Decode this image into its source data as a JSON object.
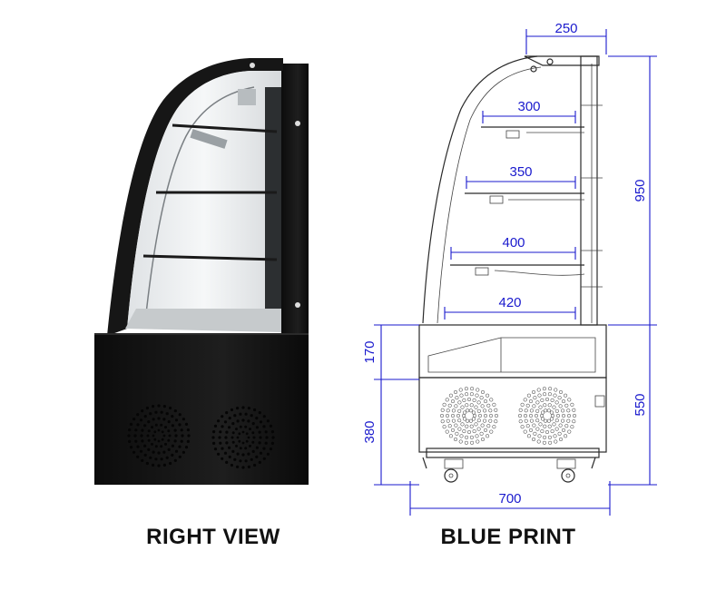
{
  "captions": {
    "right_view": "RIGHT VIEW",
    "blue_print": "BLUE PRINT"
  },
  "dimensions": {
    "top_depth": "250",
    "shelf_1": "300",
    "shelf_2": "350",
    "shelf_3": "400",
    "base_shelf": "420",
    "total_width": "700",
    "upper_height": "950",
    "lower_height": "550",
    "base_upper": "170",
    "base_lower": "380"
  },
  "colors": {
    "dimension": "#1a1acd",
    "cabinet_black": "#151515"
  }
}
